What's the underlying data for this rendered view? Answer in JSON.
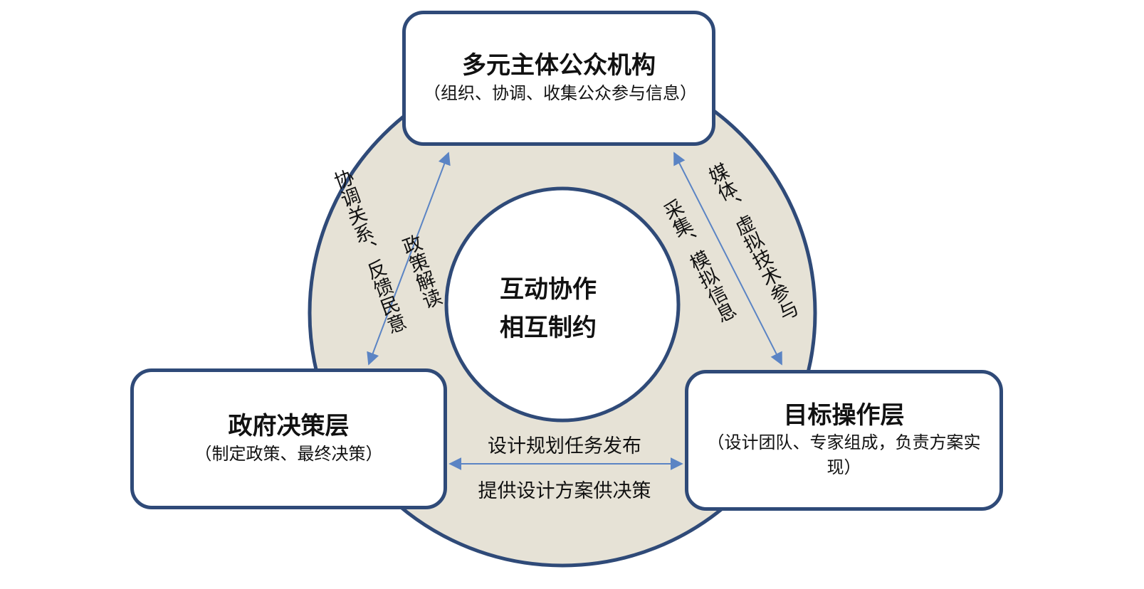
{
  "nodes": {
    "top": {
      "title": "多元主体公众机构",
      "subtitle": "（组织、协调、收集公众参与信息）"
    },
    "left": {
      "title": "政府决策层",
      "subtitle": "（制定政策、最终决策）"
    },
    "right": {
      "title": "目标操作层",
      "subtitle": "（设计团队、专家组成，负责方案实现）"
    }
  },
  "center": {
    "line1": "互动协作",
    "line2": "相互制约"
  },
  "edges": {
    "top_left": {
      "outer": "协调关系、反馈民意",
      "inner": "政策解读"
    },
    "top_right": {
      "outer": "媒体、虚拟技术参与",
      "inner": "采集、模拟信息"
    },
    "left_right": {
      "upper": "设计规划任务发布",
      "lower": "提供设计方案供决策"
    }
  },
  "colors": {
    "border": "#2f4a78",
    "ring_fill": "#e6e2d6",
    "arrow": "#5b84c4"
  }
}
